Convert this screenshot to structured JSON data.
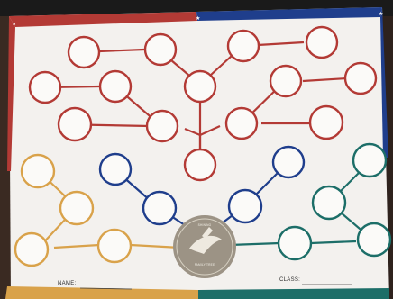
{
  "worksheet": {
    "name_label": "NAME:",
    "class_label": "CLASS:",
    "seal_text_top": "SHINING",
    "seal_text_bottom": "FAMILY TREE"
  },
  "colors": {
    "red": "#b33a35",
    "blue": "#1f3e8c",
    "gold": "#d9a24a",
    "teal": "#1c6e68",
    "seal": "#9c9385"
  }
}
